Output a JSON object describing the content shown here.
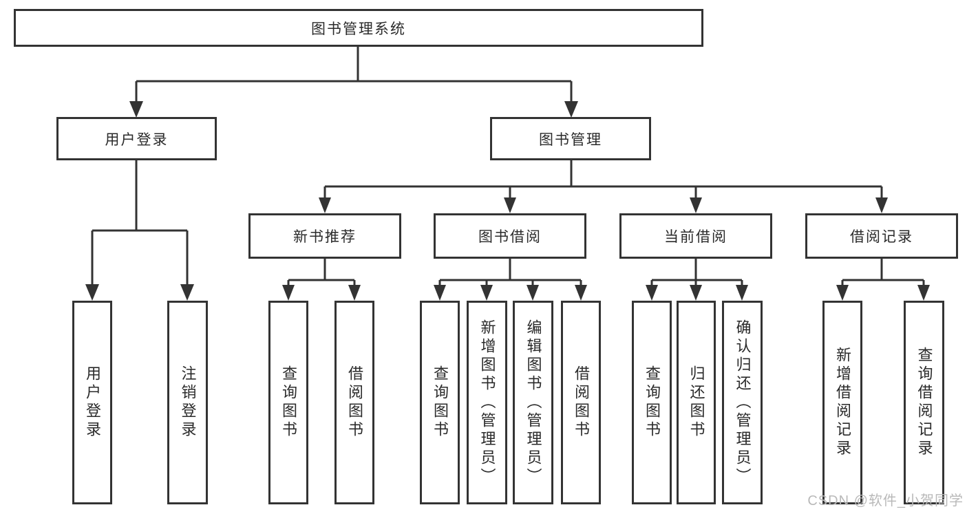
{
  "tree": {
    "label": "图书管理系统",
    "children": [
      {
        "label": "用户登录",
        "children": [
          {
            "label": "用户登录"
          },
          {
            "label": "注销登录"
          }
        ]
      },
      {
        "label": "图书管理",
        "children": [
          {
            "label": "新书推荐",
            "children": [
              {
                "label": "查询图书"
              },
              {
                "label": "借阅图书"
              }
            ]
          },
          {
            "label": "图书借阅",
            "children": [
              {
                "label": "查询图书"
              },
              {
                "label": "新增图书（管理员）"
              },
              {
                "label": "编辑图书（管理员）"
              },
              {
                "label": "借阅图书"
              }
            ]
          },
          {
            "label": "当前借阅",
            "children": [
              {
                "label": "查询图书"
              },
              {
                "label": "归还图书"
              },
              {
                "label": "确认归还（管理员）"
              }
            ]
          },
          {
            "label": "借阅记录",
            "children": [
              {
                "label": "新增借阅记录"
              },
              {
                "label": "查询借阅记录"
              }
            ]
          }
        ]
      }
    ]
  },
  "colors": {
    "line": "#333333",
    "text": "#2a2a2a",
    "background": "#ffffff",
    "watermark": "#b9b9b9"
  },
  "watermark": {
    "text": "CSDN @软件_小贺同学"
  }
}
